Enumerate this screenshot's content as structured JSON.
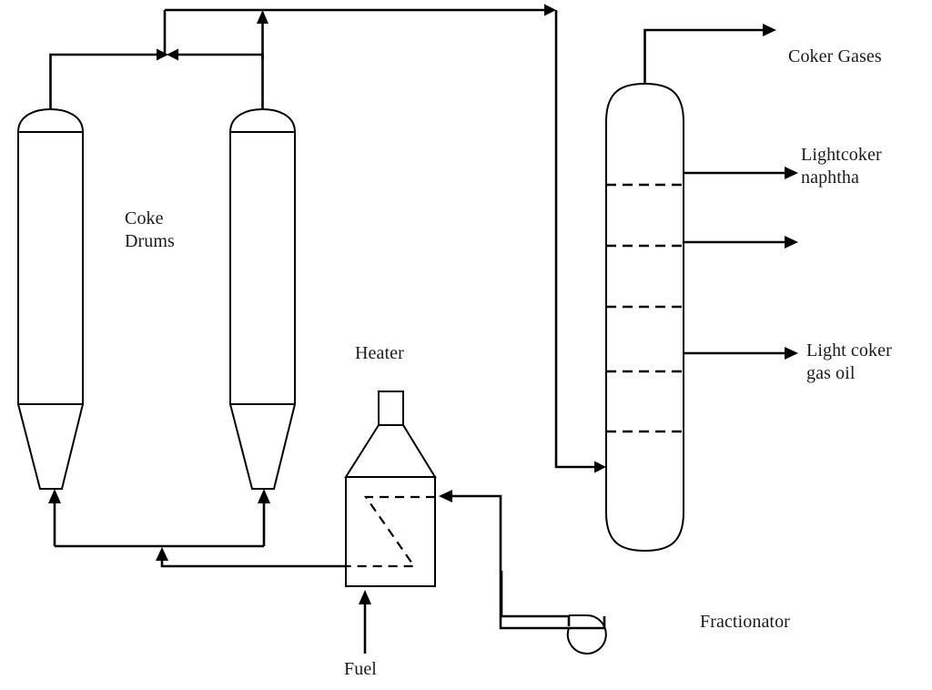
{
  "diagram": {
    "title": "Delayed Coker Process Flow Diagram",
    "type": "process-flow-diagram",
    "background_color": "#ffffff",
    "line_color": "#000000",
    "text_color": "#1a1a1a"
  },
  "labels": {
    "coke_drums": "Coke\nDrums",
    "heater": "Heater",
    "fuel": "Fuel",
    "coker_gases": "Coker Gases",
    "light_coker_naphtha": "Lightcoker\nnaphtha",
    "light_coker_gas_oil": "Light coker\ngas oil",
    "fractionator": "Fractionator"
  },
  "equipment": [
    {
      "id": "coke-drum-left",
      "name": "Coke Drum (left)",
      "shape": "vertical-vessel-domed-top-conical-bottom"
    },
    {
      "id": "coke-drum-right",
      "name": "Coke Drum (right)",
      "shape": "vertical-vessel-domed-top-conical-bottom"
    },
    {
      "id": "heater",
      "name": "Heater",
      "shape": "furnace-with-stack-and-coil"
    },
    {
      "id": "fractionator",
      "name": "Fractionator",
      "shape": "vertical-column-rounded-ends",
      "tray_count": 5
    },
    {
      "id": "pump",
      "name": "Pump",
      "shape": "circle"
    }
  ],
  "streams": [
    {
      "id": "drum-left-overhead",
      "name": "Left coke drum overhead vapor"
    },
    {
      "id": "drum-right-overhead",
      "name": "Right coke drum overhead vapor"
    },
    {
      "id": "combined-overhead-to-fractionator",
      "name": "Combined coke drum vapor to fractionator"
    },
    {
      "id": "coker-gases-out",
      "name": "Coker gases overhead product"
    },
    {
      "id": "light-coker-naphtha-draw",
      "name": "Light coker naphtha side draw"
    },
    {
      "id": "middle-side-draw",
      "name": "Unlabeled middle side draw"
    },
    {
      "id": "light-coker-gas-oil-draw",
      "name": "Light coker gas oil side draw"
    },
    {
      "id": "fractionator-bottoms-to-pump",
      "name": "Fractionator bottoms to pump"
    },
    {
      "id": "pump-discharge-to-heater",
      "name": "Pump discharge to heater coil"
    },
    {
      "id": "heater-outlet-to-drums",
      "name": "Heater outlet to coke drums"
    },
    {
      "id": "fuel-in",
      "name": "Fuel to heater"
    }
  ]
}
